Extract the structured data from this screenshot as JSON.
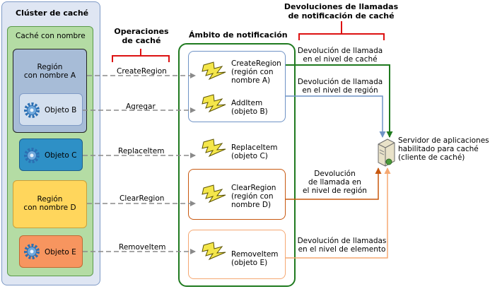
{
  "cluster": {
    "title": "Clúster de caché",
    "named_cache_title": "Caché con nombre",
    "region_a": "Región\ncon nombre A",
    "object_b": "Objeto B",
    "object_c": "Objeto C",
    "region_d": "Región\ncon nombre D",
    "object_e": "Objeto E"
  },
  "operations": {
    "header": "Operaciones\nde caché",
    "items": [
      "CreateRegion",
      "Agregar",
      "ReplaceItem",
      "ClearRegion",
      "RemoveItem"
    ]
  },
  "scope": {
    "header": "Ámbito de notificación",
    "items": [
      "CreateRegion\n(región con\nnombre A)",
      "AddItem\n(objeto B)",
      "ReplaceItem\n(objeto C)",
      "ClearRegion\n(región con\nnombre D)",
      "RemoveItem\n(objeto E)"
    ]
  },
  "callbacks": {
    "header": "Devoluciones de llamadas\nde notificación de caché",
    "cache_level": "Devolución de llamada\nen el nivel de caché",
    "region_level_top": "Devolución de llamada\nen el nivel de región",
    "region_level_mid": "Devolución\nde llamada en\nel nivel de región",
    "item_level": "Devolución de llamadas\nen el nivel de elemento"
  },
  "server": {
    "label": "Servidor de aplicaciones\nhabilitado para caché\n(cliente de caché)"
  },
  "colors": {
    "cluster_bg": "#dfe6f3",
    "named_cache_bg": "#b4dca4",
    "green": "#1f7a1f",
    "blue": "#6f93c6",
    "orange": "#c8580f",
    "light_orange": "#f5a872",
    "red": "#d11",
    "arrow_gray": "#8a8a8a"
  }
}
